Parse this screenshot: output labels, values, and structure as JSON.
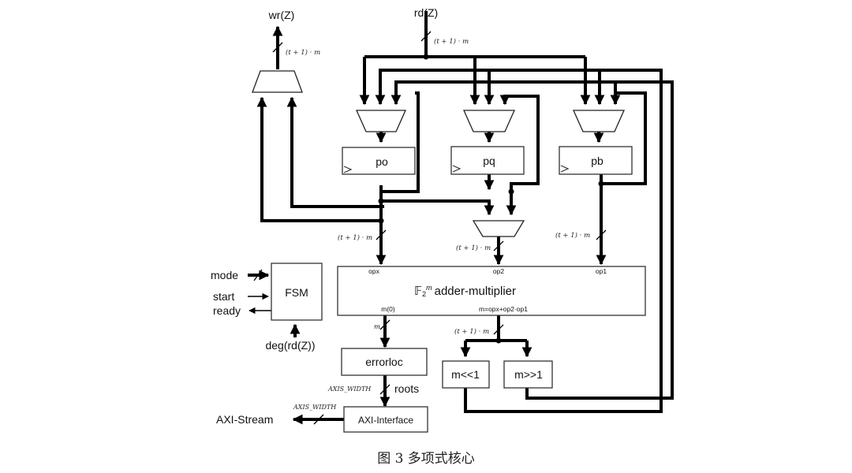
{
  "signals": {
    "wr": "wr(Z)",
    "rd": "rd(Z)",
    "mode": "mode",
    "start": "start",
    "ready": "ready",
    "deg": "deg(rd(Z))",
    "roots": "roots",
    "axi_stream": "AXI-Stream"
  },
  "registers": {
    "po": "po",
    "pq": "pq",
    "pb": "pb"
  },
  "blocks": {
    "fsm": "FSM",
    "alu_field": "𝔽",
    "alu_sub": "2",
    "alu_sup": "m",
    "alu_name": "adder-multiplier",
    "errorloc": "errorloc",
    "shl": "m<<1",
    "shr": "m>>1",
    "axi_if": "AXI-Interface"
  },
  "ports": {
    "opx": "opx",
    "op2": "op2",
    "op1": "op1",
    "m0": "m(0)",
    "mexpr": "m=opx+op2·op1"
  },
  "bus_widths": {
    "tm": "(t + 1) · m",
    "m": "m",
    "axis": "AXIS_WIDTH"
  },
  "caption": "图 3 多项式核心"
}
